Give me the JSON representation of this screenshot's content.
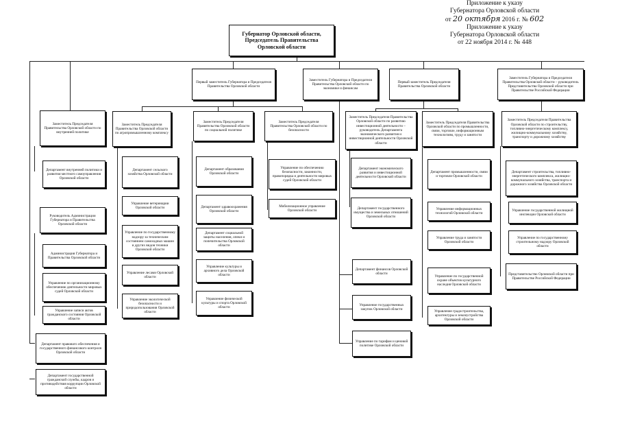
{
  "header": {
    "line1": "Приложение к указу",
    "line2": "Губернатора Орловской области",
    "line3_from": "от",
    "line3_date": "20 октября",
    "line3_year": "2016 г. №",
    "line3_num": "602",
    "line4": "Приложение к указу",
    "line5": "Губернатора Орловской области",
    "line6": "от 22 ноября 2014 г. № 448"
  },
  "governor": "Губернатор Орловской области, Председатель Правительства Орловской области",
  "top_deputies": [
    "Первый заместитель Губернатора и Председателя Правительства Орловской области",
    "Заместитель Губернатора и Председателя Правительства Орловской области по экономике и финансам",
    "Первый заместитель Председателя Правительства Орловской области",
    "Заместитель Губернатора и Председателя Правительства Орловской области – руководитель Представительства Орловской области при Правительстве Российской Федерации"
  ],
  "col1": {
    "head": "Заместитель Председателя Правительства Орловской области по внутренней политике",
    "items": [
      "Департамент внутренней политики и развития местного самоуправления Орловской области"
    ],
    "admin_head": "Руководитель Администрации Губернатора и Правительства Орловской области",
    "admin_items": [
      "Администрация Губернатора и Правительства Орловской области",
      "Управление по организационному обеспечению деятельности мировых судей Орловской области",
      "Управление записи актов гражданского состояния Орловской области"
    ],
    "extra": [
      "Департамент правового обеспечения и государственного финансового контроля Орловской области",
      "Департамент государственной гражданской службы, кадров и противодействия коррупции Орловской области"
    ]
  },
  "col2": {
    "head": "Заместитель Председателя Правительства Орловской области по агропромышленному комплексу",
    "items": [
      "Департамент сельского хозяйства Орловской области",
      "Управление ветеринарии Орловской области",
      "Управление по государственному надзору за техническим состоянием самоходных машин и других видов техники Орловской области",
      "Управление лесами Орловской области",
      "Управление экологической безопасности и природопользования Орловской области"
    ]
  },
  "col3": {
    "head": "Заместитель Председателя Правительства Орловской области по социальной политике",
    "items": [
      "Департамент образования Орловской области",
      "Департамент здравоохранения Орловской области",
      "Департамент социальной защиты населения, опеки и попечительства Орловской области",
      "Управление культуры и архивного дела Орловской области",
      "Управление физической культуры и спорта Орловской области"
    ]
  },
  "col4": {
    "head": "Заместитель Председателя Правительства Орловской области по безопасности",
    "items": [
      "Управление по обеспечению безопасности, законности, правопорядка и деятельности мировых судей Орловской области",
      "Мобилизационное управление Орловской области"
    ]
  },
  "col5": {
    "head": "Заместитель Председателя Правительства Орловской области по развитию инвестиционной деятельности – руководитель Департамента экономического развития и инвестиционной деятельности Орловской области",
    "items": [
      "Департамент экономического развития и инвестиционной деятельности Орловской области",
      "Департамент государственного имущества и земельных отношений Орловской области",
      "Департамент финансов Орловской области",
      "Управление государственных закупок Орловской области",
      "Управление по тарифам и ценовой политике Орловской области"
    ]
  },
  "col6": {
    "head": "Заместитель Председателя Правительства Орловской области по промышленности, связи, торговле, информационным технологиям, труду и занятости",
    "items": [
      "Департамент промышленности, связи и торговли Орловской области",
      "Управление информационных технологий Орловской области",
      "Управление труда и занятости Орловской области",
      "Управление по государственной охране объектов культурного наследия Орловской области",
      "Управление градостроительства, архитектуры и землеустройства Орловской области"
    ]
  },
  "col7": {
    "head": "Заместитель Председателя Правительства Орловской области по строительству, топливно-энергетическому комплексу, жилищно-коммунальному хозяйству, транспорту и дорожному хозяйству",
    "items": [
      "Департамент строительства, топливно-энергетического комплекса, жилищно-коммунального хозяйства, транспорта и дорожного хозяйства Орловской области",
      "Управление государственной жилищной инспекции Орловской области",
      "Управление по государственному строительному надзору Орловской области",
      "Представительство Орловской области при Правительстве Российской Федерации"
    ]
  }
}
